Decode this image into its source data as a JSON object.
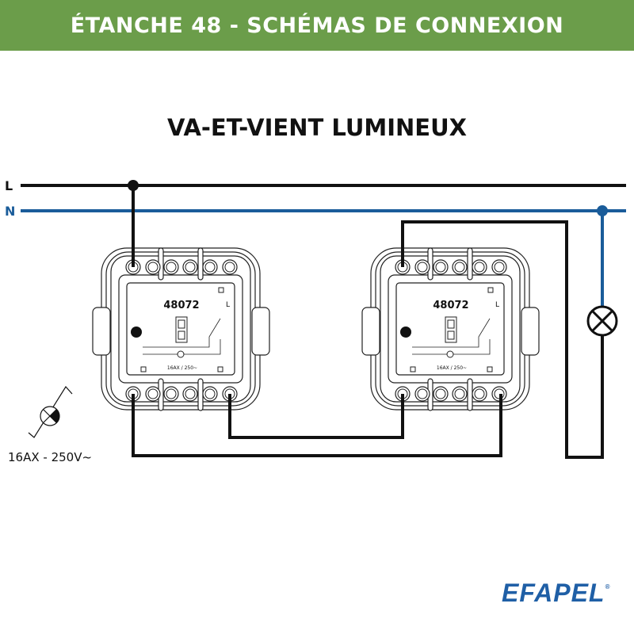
{
  "header": {
    "title": "ÉTANCHE 48 - SCHÉMAS DE CONNEXION"
  },
  "diagram": {
    "title": "VA-ET-VIENT LUMINEUX",
    "line_labels": {
      "live": "L",
      "neutral": "N"
    },
    "switches": [
      {
        "reference": "48072",
        "terminal_label": "L",
        "rating": "16AX / 250~"
      },
      {
        "reference": "48072",
        "terminal_label": "L",
        "rating": "16AX / 250~"
      }
    ],
    "legend": {
      "symbol": "illuminated-switch-icon",
      "rating": "16AX - 250V~"
    },
    "colors": {
      "live": "#111111",
      "neutral": "#1a5c9a",
      "header": "#6b9d4a",
      "brand": "#1f5fa6"
    }
  },
  "brand": {
    "logo_text": "EFAPEL",
    "registered": "®"
  }
}
